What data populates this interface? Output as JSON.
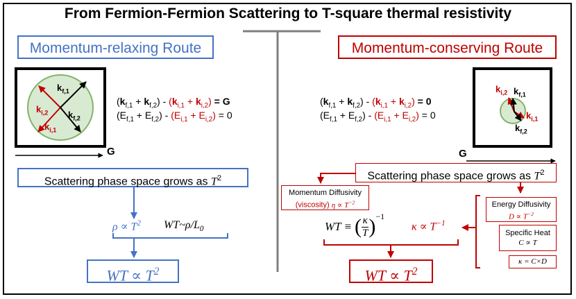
{
  "title": "From Fermion-Fermion Scattering to T-square thermal resistivity",
  "left": {
    "route": "Momentum-relaxing Route",
    "labels": {
      "kf1": "k",
      "kf1_sub": "f,1",
      "kf2": "k",
      "kf2_sub": "f,2",
      "ki1": "k",
      "ki1_sub": "i,1",
      "ki2": "k",
      "ki2_sub": "i,2",
      "G": "G"
    },
    "eq1_rhs": "= G",
    "eq2_rhs": "= 0",
    "phase": "Scattering phase space grows as",
    "phase_T": "T",
    "phase_exp": "2",
    "rho": "ρ ∝ T",
    "rho_exp": "2",
    "wt_rho": "WT~ρ/L",
    "wt_rho_sub": "0",
    "result": "WT ∝ T",
    "result_exp": "2"
  },
  "right": {
    "route": "Momentum-conserving Route",
    "labels": {
      "ki2": "k",
      "ki2_sub": "i,2",
      "kf1": "k",
      "kf1_sub": "f,1",
      "ki1": "k",
      "ki1_sub": "i,1",
      "kf2": "k",
      "kf2_sub": "f,2",
      "G": "G"
    },
    "eq1_rhs": "= 0",
    "eq2_rhs": "= 0",
    "phase": "Scattering phase space grows as",
    "phase_T": "T",
    "phase_exp": "2",
    "momentum_diffusivity": "Momentum Diffusivity",
    "viscosity": "(viscosity)",
    "eta": "η ∝ T",
    "eta_exp": "−2",
    "energy_diffusivity": "Energy Diffusivity",
    "D": "D ∝ T",
    "D_exp": "−2",
    "specific_heat": "Specific Heat",
    "C": "C ∝ T",
    "kappa_cd": "κ = C×D",
    "wt_lhs": "WT ≡",
    "kappa_T": "κ ∝ T",
    "kappa_T_exp": "−1",
    "result": "WT ∝ T",
    "result_exp": "2"
  },
  "colors": {
    "blue": "#4472c4",
    "red": "#c00000",
    "gray": "#7f7f7f",
    "circle_fill": "#d9ead3",
    "circle_stroke": "#82b366"
  }
}
